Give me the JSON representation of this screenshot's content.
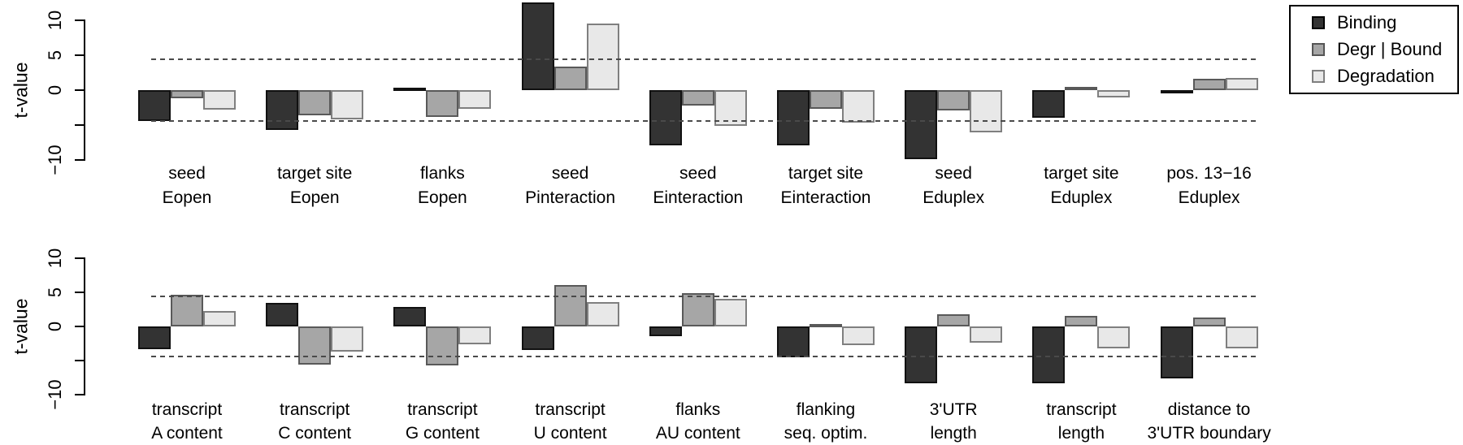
{
  "legend": {
    "items": [
      {
        "label": "Binding",
        "color": "#333333",
        "border": "#000000"
      },
      {
        "label": "Degr | Bound",
        "color": "#a6a6a6",
        "border": "#555555"
      },
      {
        "label": "Degradation",
        "color": "#e8e8e8",
        "border": "#7f7f7f"
      }
    ]
  },
  "chart_data": [
    {
      "type": "bar",
      "panel": "top",
      "ylabel": "t-value",
      "ylim": [
        -10,
        13
      ],
      "yticks": [
        {
          "value": 10,
          "label": "10"
        },
        {
          "value": 5,
          "label": "5"
        },
        {
          "value": 0,
          "label": "0"
        },
        {
          "value": -5,
          "label": ""
        },
        {
          "value": -10,
          "label": "−10"
        }
      ],
      "thresholds": [
        4.4,
        -4.4
      ],
      "grid": false,
      "legend_position": "top-right",
      "categories": [
        {
          "line1": "seed",
          "line2": "Eopen"
        },
        {
          "line1": "target site",
          "line2": "Eopen"
        },
        {
          "line1": "flanks",
          "line2": "Eopen"
        },
        {
          "line1": "seed",
          "line2": "Pinteraction"
        },
        {
          "line1": "seed",
          "line2": "Einteraction"
        },
        {
          "line1": "target site",
          "line2": "Einteraction"
        },
        {
          "line1": "seed",
          "line2": "Eduplex"
        },
        {
          "line1": "target site",
          "line2": "Eduplex"
        },
        {
          "line1": "pos. 13−16",
          "line2": "Eduplex"
        }
      ],
      "series": [
        {
          "name": "Binding",
          "color": "#333333",
          "border": "#111111",
          "values": [
            -4.4,
            -5.7,
            0.4,
            12.6,
            -7.9,
            -7.9,
            -9.9,
            -4.0,
            -0.1
          ]
        },
        {
          "name": "Degr | Bound",
          "color": "#a6a6a6",
          "border": "#595959",
          "values": [
            -1.2,
            -3.6,
            -3.8,
            3.4,
            -2.2,
            -2.7,
            -2.9,
            0.5,
            1.6
          ]
        },
        {
          "name": "Degradation",
          "color": "#e8e8e8",
          "border": "#7f7f7f",
          "values": [
            -2.8,
            -4.2,
            -2.7,
            9.5,
            -5.1,
            -4.7,
            -6.0,
            -1.1,
            1.8
          ]
        }
      ]
    },
    {
      "type": "bar",
      "panel": "bottom",
      "ylabel": "t-value",
      "ylim": [
        -10,
        10
      ],
      "yticks": [
        {
          "value": 10,
          "label": "10"
        },
        {
          "value": 5,
          "label": "5"
        },
        {
          "value": 0,
          "label": "0"
        },
        {
          "value": -5,
          "label": ""
        },
        {
          "value": -10,
          "label": "−10"
        }
      ],
      "thresholds": [
        4.4,
        -4.4
      ],
      "grid": false,
      "categories": [
        {
          "line1": "transcript",
          "line2": "A content"
        },
        {
          "line1": "transcript",
          "line2": "C content"
        },
        {
          "line1": "transcript",
          "line2": "G content"
        },
        {
          "line1": "transcript",
          "line2": "U content"
        },
        {
          "line1": "flanks",
          "line2": "AU content"
        },
        {
          "line1": "flanking",
          "line2": "seq. optim."
        },
        {
          "line1": "3'UTR",
          "line2": "length"
        },
        {
          "line1": "transcript",
          "line2": "length"
        },
        {
          "line1": "distance to",
          "line2": "3'UTR boundary"
        }
      ],
      "series": [
        {
          "name": "Binding",
          "color": "#333333",
          "border": "#111111",
          "values": [
            -3.3,
            3.5,
            2.9,
            -3.4,
            -1.4,
            -4.5,
            -8.3,
            -8.3,
            -7.6
          ]
        },
        {
          "name": "Degr | Bound",
          "color": "#a6a6a6",
          "border": "#595959",
          "values": [
            4.7,
            -5.6,
            -5.7,
            6.1,
            4.9,
            0.1,
            1.8,
            1.5,
            1.3
          ]
        },
        {
          "name": "Degradation",
          "color": "#e8e8e8",
          "border": "#7f7f7f",
          "values": [
            2.3,
            -3.7,
            -2.6,
            3.6,
            4.0,
            -2.7,
            -2.4,
            -3.2,
            -3.2
          ]
        }
      ]
    }
  ]
}
